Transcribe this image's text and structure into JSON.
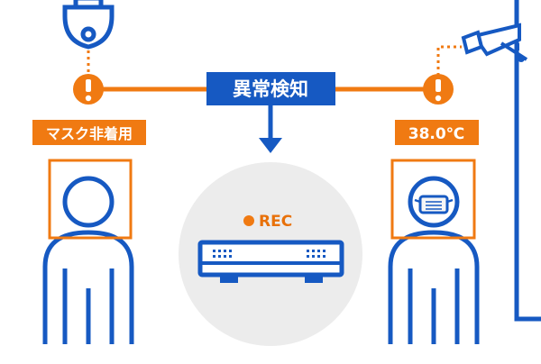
{
  "title": "",
  "colors": {
    "blue": "#1659c2",
    "orange": "#f07a12",
    "circle_bg": "#ececec",
    "mask": "#f6f6f6"
  },
  "center_box": {
    "label": "異常検知"
  },
  "left_person": {
    "tag": "マスク非着用",
    "alert_icon": "exclamation-icon"
  },
  "right_person": {
    "tag": "38.0℃",
    "alert_icon": "exclamation-icon"
  },
  "recorder": {
    "status": "REC"
  },
  "icons": {
    "left_camera": "dome-camera-icon",
    "right_camera": "bullet-camera-icon",
    "recorder": "nvr-recorder-icon",
    "person": "person-icon"
  }
}
